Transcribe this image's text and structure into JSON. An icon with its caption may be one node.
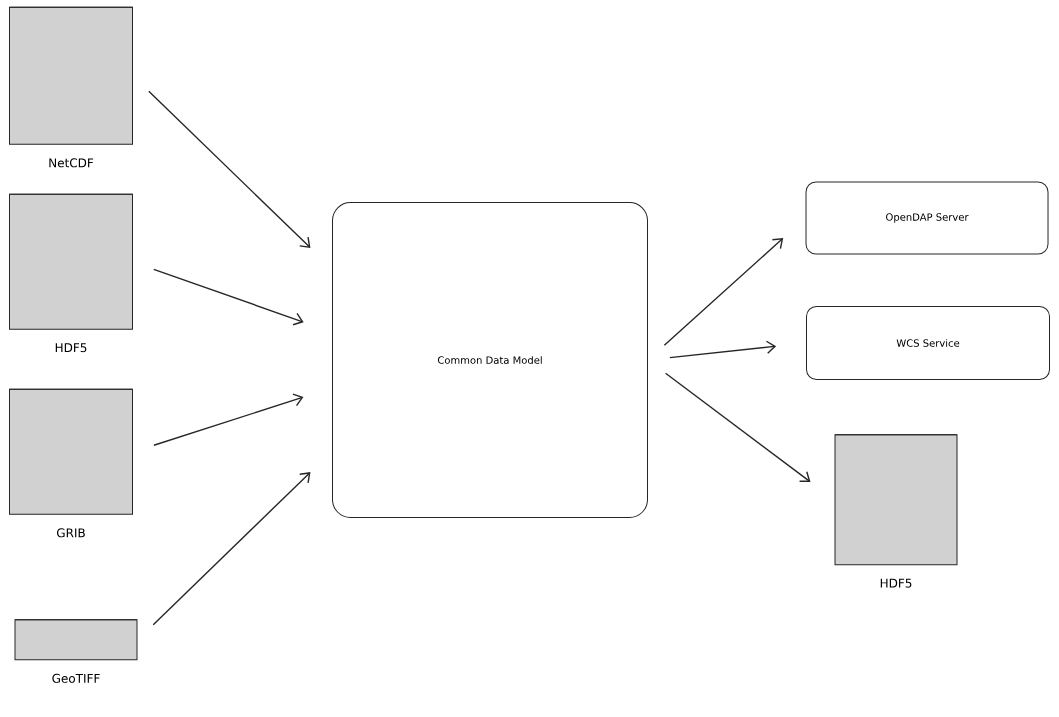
{
  "diagram": {
    "nodes": [
      {
        "text": [
          "NetCDF"
        ]
      },
      {
        "text": [
          "HDF5"
        ]
      },
      {
        "text": [
          "GRIB"
        ]
      },
      {
        "text": [
          "GeoTIFF"
        ]
      },
      {
        "text": [
          "Common Data Model"
        ]
      },
      {
        "text": [
          "OpenDAP Server"
        ]
      },
      {
        "text": [
          "WCS Service"
        ]
      },
      {
        "text": [
          "HDF5"
        ]
      }
    ],
    "edges": [
      {
        "from": 0,
        "to": 4,
        "arrow": "to"
      },
      {
        "from": 1,
        "to": 4,
        "arrow": "to"
      },
      {
        "from": 2,
        "to": 4,
        "arrow": "to"
      },
      {
        "from": 3,
        "to": 4,
        "arrow": "to"
      },
      {
        "from": 4,
        "to": 5,
        "arrow": "to"
      },
      {
        "from": 4,
        "to": 6,
        "arrow": "to"
      },
      {
        "from": 4,
        "to": 7,
        "arrow": "to"
      }
    ]
  }
}
